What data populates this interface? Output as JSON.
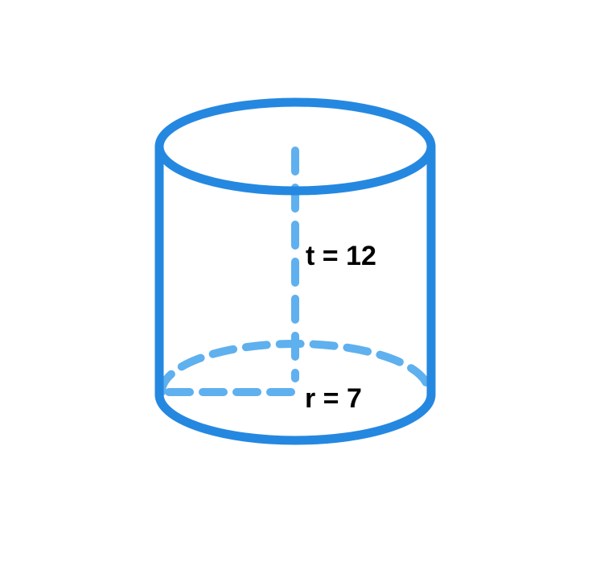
{
  "diagram": {
    "shape": "cylinder",
    "labels": {
      "height": "t = 12",
      "radius": "r = 7"
    },
    "colors": {
      "outline": "#2588e0",
      "dashed": "#5fb0ee",
      "text": "#000000",
      "background": "#ffffff"
    }
  }
}
